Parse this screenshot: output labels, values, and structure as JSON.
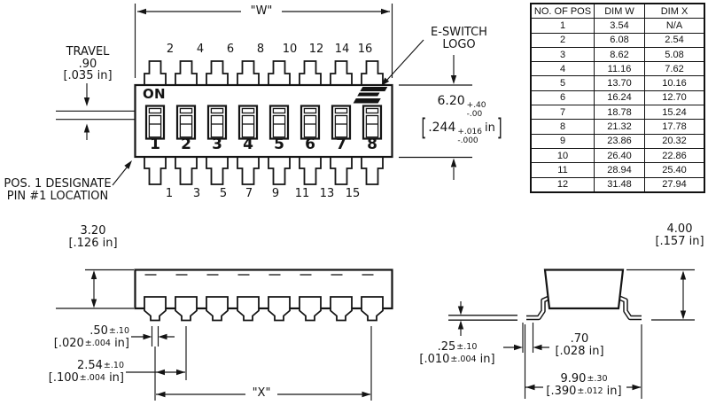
{
  "front_view": {
    "w_label": "\"W\"",
    "travel_label_1": "TRAVEL",
    "travel_label_2": ".90",
    "travel_label_3": "[.035 in]",
    "on_label": "ON",
    "top_pin_numbers": [
      "2",
      "4",
      "6",
      "8",
      "10",
      "12",
      "14",
      "16"
    ],
    "position_numbers": [
      "1",
      "2",
      "3",
      "4",
      "5",
      "6",
      "7",
      "8"
    ],
    "bottom_pin_numbers": [
      "1",
      "3",
      "5",
      "7",
      "9",
      "11",
      "13",
      "15"
    ],
    "pos1_note_line1": "POS. 1 DESIGNATE",
    "pos1_note_line2": "PIN #1 LOCATION",
    "logo_label_line1": "E-SWITCH",
    "logo_label_line2": "LOGO",
    "height_dim": {
      "mm": "6.20",
      "mm_plus": "+.40",
      "mm_minus": "-.00",
      "in_bracket_open": "[",
      "in_value": ".244",
      "in_plus": "+.016",
      "in_minus": "-.000",
      "in_unit": "in",
      "in_bracket_close": "]"
    }
  },
  "side_view": {
    "height_mm": "3.20",
    "height_in": "[.126 in]",
    "pin_width_mm": ".50",
    "pin_width_mm_tol": "±.10",
    "pin_width_in": "[.020",
    "pin_width_in_tol": "±.004",
    "pin_width_in_unit": "in]",
    "pitch_mm": "2.54",
    "pitch_mm_tol": "±.10",
    "pitch_in": "[.100",
    "pitch_in_tol": "±.004",
    "pitch_in_unit": "in]",
    "x_label": "\"X\""
  },
  "end_view": {
    "height_mm": "4.00",
    "height_in": "[.157 in]",
    "lead_thickness_mm": ".25",
    "lead_thickness_mm_tol": "±.10",
    "lead_thickness_in": "[.010",
    "lead_thickness_in_tol": "±.004",
    "lead_thickness_in_unit": "in]",
    "lead_width_mm": ".70",
    "lead_width_in": "[.028 in]",
    "overall_mm": "9.90",
    "overall_mm_tol": "±.30",
    "overall_in": "[.390",
    "overall_in_tol": "±.012",
    "overall_in_unit": "in]"
  },
  "table": {
    "headers": [
      "NO. OF POS",
      "DIM W",
      "DIM X"
    ],
    "rows": [
      [
        "1",
        "3.54",
        "N/A"
      ],
      [
        "2",
        "6.08",
        "2.54"
      ],
      [
        "3",
        "8.62",
        "5.08"
      ],
      [
        "4",
        "11.16",
        "7.62"
      ],
      [
        "5",
        "13.70",
        "10.16"
      ],
      [
        "6",
        "16.24",
        "12.70"
      ],
      [
        "7",
        "18.78",
        "15.24"
      ],
      [
        "8",
        "21.32",
        "17.78"
      ],
      [
        "9",
        "23.86",
        "20.32"
      ],
      [
        "10",
        "26.40",
        "22.86"
      ],
      [
        "11",
        "28.94",
        "25.40"
      ],
      [
        "12",
        "31.48",
        "27.94"
      ]
    ]
  }
}
